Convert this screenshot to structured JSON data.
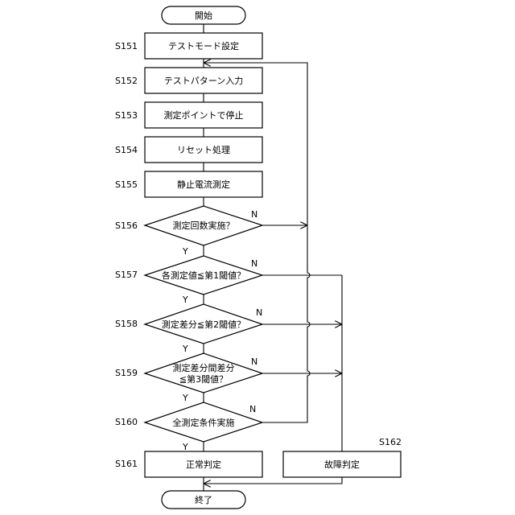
{
  "flowchart": {
    "start": "開始",
    "end": "終了",
    "yes": "Y",
    "no": "N",
    "steps": [
      {
        "id": "S151",
        "text": "テストモード設定"
      },
      {
        "id": "S152",
        "text": "テストパターン入力"
      },
      {
        "id": "S153",
        "text": "測定ポイントで停止"
      },
      {
        "id": "S154",
        "text": "リセット処理"
      },
      {
        "id": "S155",
        "text": "静止電流測定"
      },
      {
        "id": "S156",
        "text": "測定回数実施？"
      },
      {
        "id": "S157",
        "text": "各測定値≦第1閾値？"
      },
      {
        "id": "S158",
        "text": "測定差分≦第2閾値？"
      },
      {
        "id": "S159",
        "text_line1": "測定差分間差分",
        "text_line2": "≦第3閾値？"
      },
      {
        "id": "S160",
        "text": "全測定条件実施"
      },
      {
        "id": "S161",
        "text": "正常判定"
      },
      {
        "id": "S162",
        "text": "故障判定"
      }
    ]
  }
}
